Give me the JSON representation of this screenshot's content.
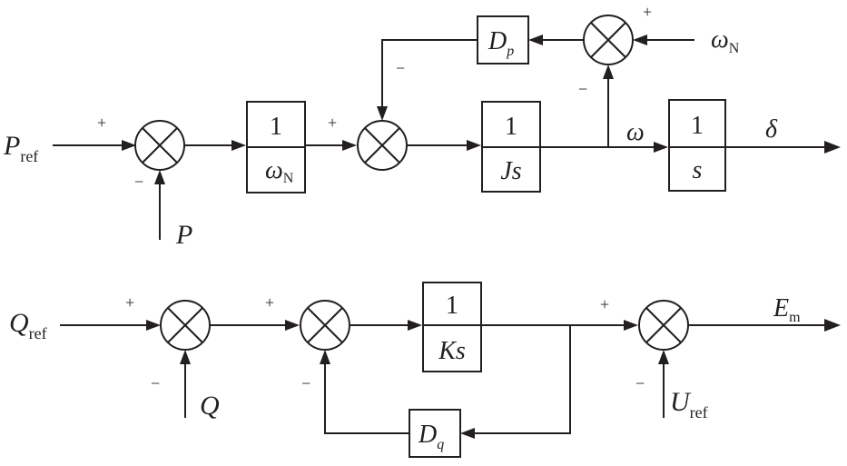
{
  "labels": {
    "p_ref": {
      "main": "P",
      "sub": "ref"
    },
    "p": "P",
    "omega_n_input": {
      "main": "ω",
      "sub": "N"
    },
    "omega": "ω",
    "delta": "δ",
    "q_ref": {
      "main": "Q",
      "sub": "ref"
    },
    "q": "Q",
    "e_m": {
      "main": "E",
      "sub": "m"
    },
    "u_ref": {
      "main": "U",
      "sub": "ref"
    }
  },
  "blocks": {
    "inv_omega_n": {
      "numerator": "1",
      "den_main": "ω",
      "den_sub": "N"
    },
    "inv_js": {
      "numerator": "1",
      "denominator": "Js"
    },
    "integrator": {
      "numerator": "1",
      "denominator": "s"
    },
    "inv_ks": {
      "numerator": "1",
      "denominator": "Ks"
    },
    "dp": {
      "main": "D",
      "sub": "p"
    },
    "dq": {
      "main": "D",
      "sub": "q"
    }
  },
  "signs": {
    "sum1_top": "+",
    "sum1_bottom": "−",
    "sum2_left": "+",
    "sum2_top": "−",
    "sum3_top": "+",
    "sum3_bottom": "−",
    "sum4_left": "+",
    "sum4_bottom": "−",
    "sum5_left": "+",
    "sum5_bottom": "−",
    "sum6_left": "+",
    "sum6_bottom": "−"
  }
}
